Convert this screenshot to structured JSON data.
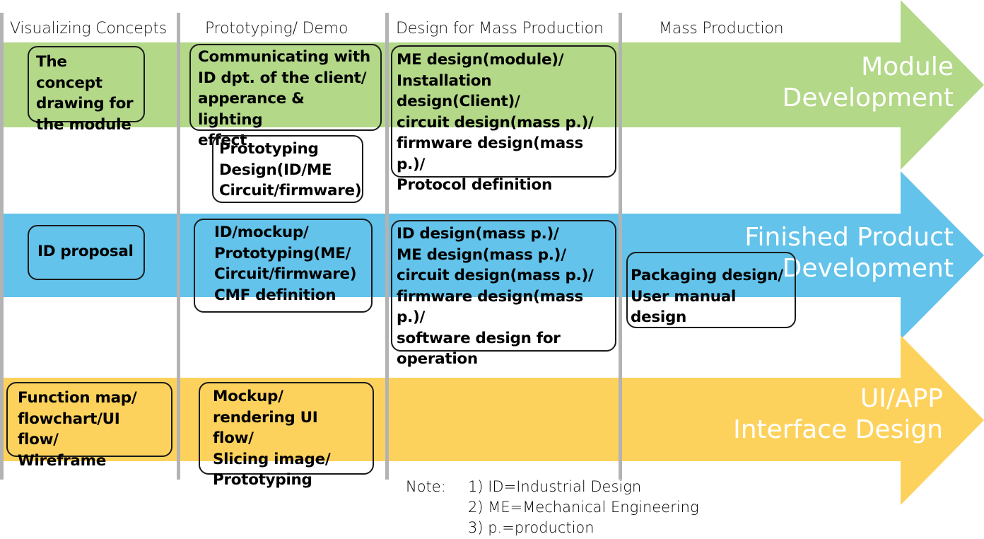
{
  "columns": [
    {
      "label": "Visualizing Concepts"
    },
    {
      "label": "Prototyping/ Demo"
    },
    {
      "label": "Design for Mass Production"
    },
    {
      "label": "Mass Production"
    }
  ],
  "rows": [
    {
      "title_line1": "Module",
      "title_line2": "Development",
      "color": "#b3d888"
    },
    {
      "title_line1": "Finished Product",
      "title_line2": "Development",
      "color": "#63c3ea"
    },
    {
      "title_line1": "UI/APP",
      "title_line2": "Interface Design",
      "color": "#fdd25c"
    }
  ],
  "boxes": {
    "concept_drawing": "The concept\ndrawing for\nthe module",
    "communicating_id": "Communicating with\nID dpt. of the client/\napperance & lighting\neffect",
    "prototyping_design": "Prototyping\nDesign(ID/ME\nCircuit/firmware)",
    "me_design_module": "ME design(module)/\nInstallation design(Client)/\ncircuit design(mass p.)/\nfirmware design(mass p.)/\nProtocol definition",
    "id_proposal": "ID proposal",
    "id_mockup": "ID/mockup/\nPrototyping(ME/\nCircuit/firmware)\nCMF definition",
    "id_design_mass": "ID design(mass p.)/\nME design(mass p.)/\ncircuit design(mass p.)/\nfirmware design(mass p.)/\nsoftware design for\noperation",
    "packaging": "Packaging design/\nUser manual design",
    "function_map": "Function map/\nflowchart/UI flow/\nWireframe",
    "mockup_ui": "Mockup/\nrendering UI flow/\nSlicing image/\nPrototyping"
  },
  "note": {
    "label": "Note:",
    "items": [
      "1)  ID=Industrial Design",
      "2)  ME=Mechanical Engineering",
      "3)  p.=production"
    ]
  }
}
